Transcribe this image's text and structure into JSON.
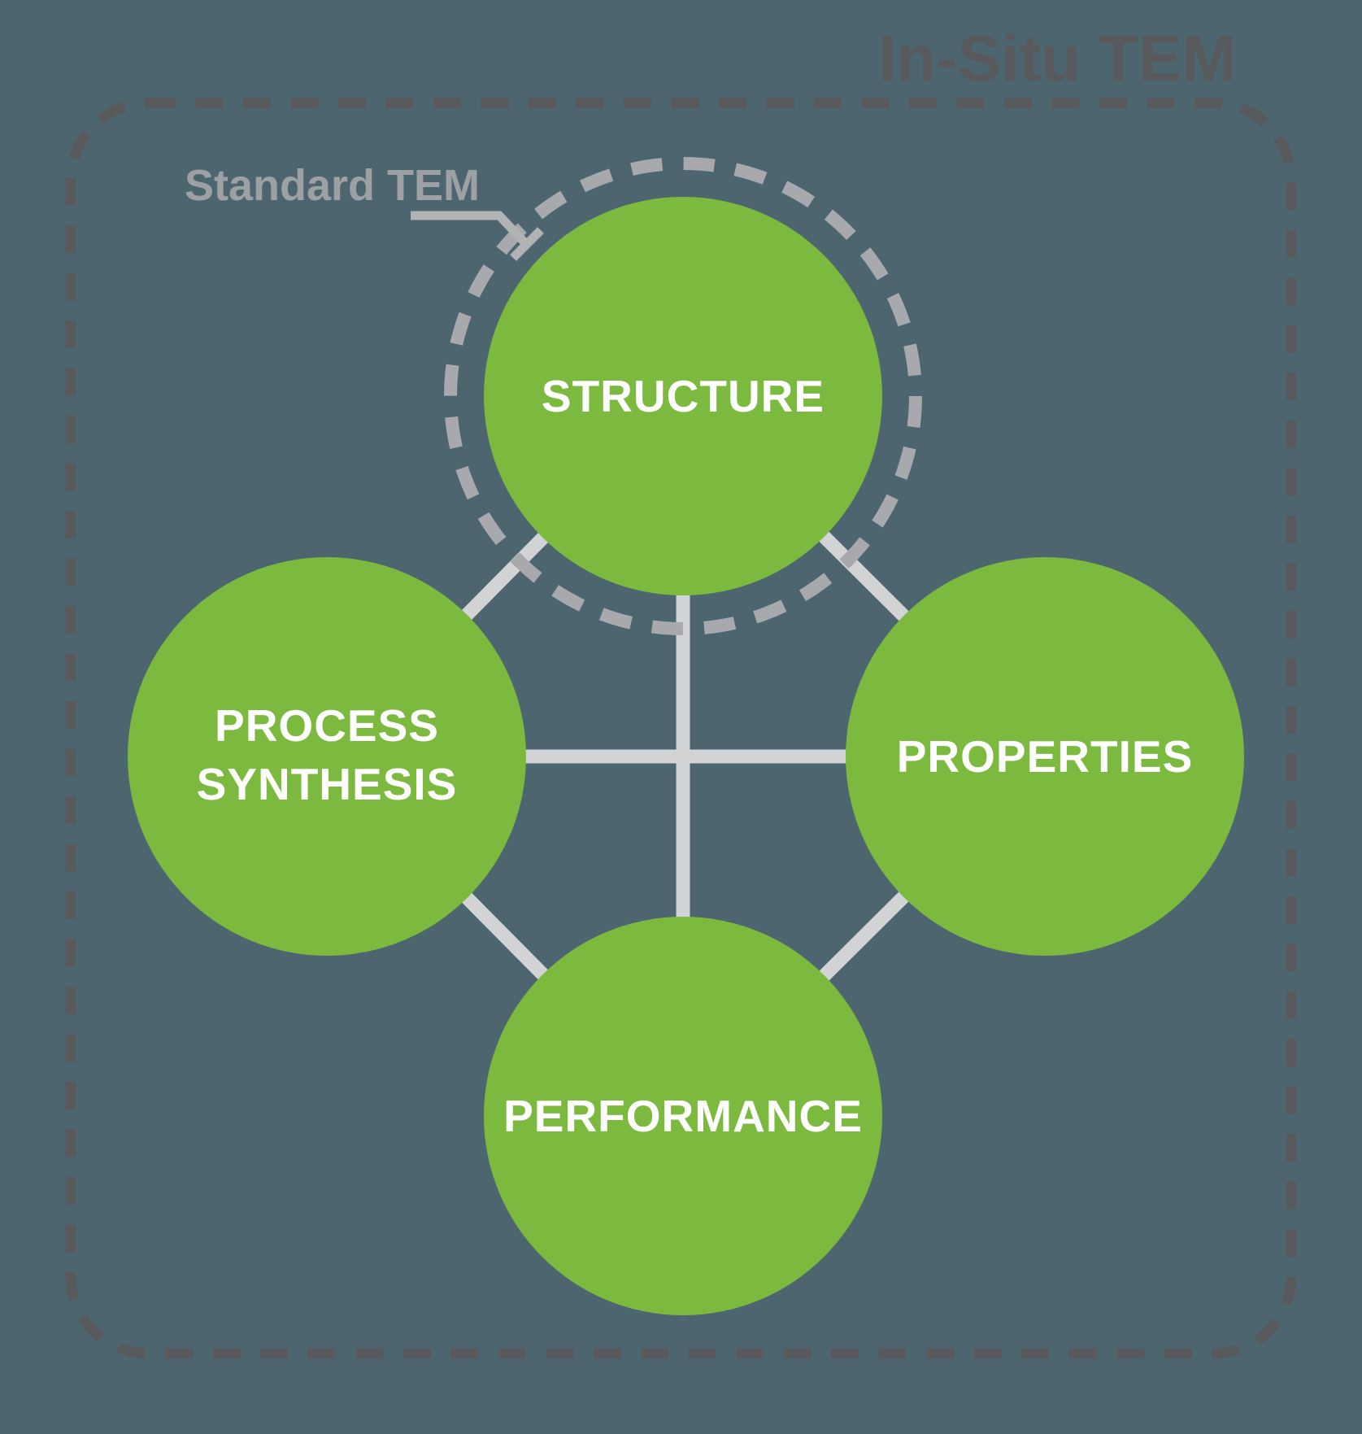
{
  "title": {
    "text": "In-Situ TEM"
  },
  "annotation": {
    "label": "Standard TEM"
  },
  "nodes": {
    "structure": {
      "label": "STRUCTURE"
    },
    "process_synthesis": {
      "line1": "PROCESS",
      "line2": "SYNTHESIS"
    },
    "properties": {
      "label": "PROPERTIES"
    },
    "performance": {
      "label": "PERFORMANCE"
    }
  },
  "colors": {
    "background": "#4C656F",
    "node_fill": "#7BB93F",
    "node_text": "#FFFFFF",
    "connector_line": "#D1D3D4",
    "boundary_dash": "#58595B",
    "title_text": "#58595B",
    "standard_tem_dash": "#A7A9AC",
    "annotation_text": "#9EA1A4",
    "leader_line": "#B1B3B5"
  }
}
